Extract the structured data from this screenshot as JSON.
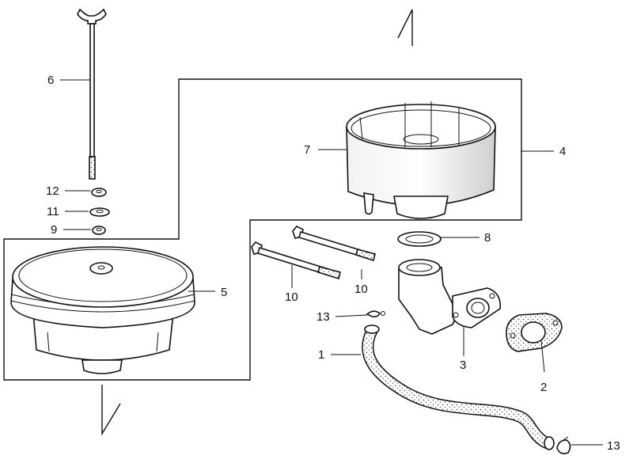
{
  "diagram": {
    "callouts": {
      "c1": "1",
      "c2": "2",
      "c3": "3",
      "c4": "4",
      "c5": "5",
      "c6": "6",
      "c7": "7",
      "c8": "8",
      "c9": "9",
      "c10a": "10",
      "c10b": "10",
      "c11": "11",
      "c12": "12",
      "c13a": "13",
      "c13b": "13"
    }
  }
}
